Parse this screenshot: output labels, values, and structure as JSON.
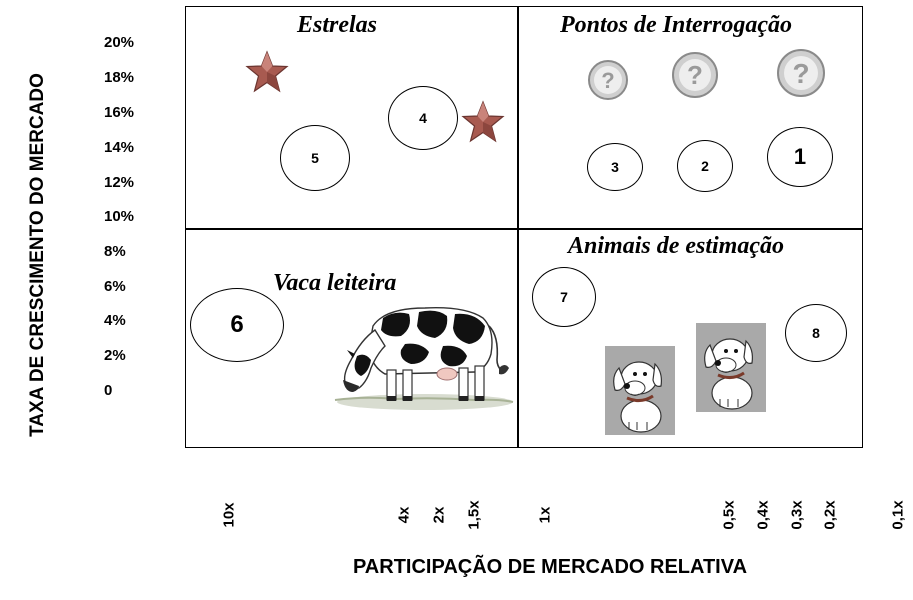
{
  "axes": {
    "y_title": "TAXA DE CRESCIMENTO DO MERCADO",
    "x_title": "PARTICIPAÇÃO DE MERCADO RELATIVA",
    "y_ticks": [
      "20%",
      "18%",
      "16%",
      "14%",
      "12%",
      "10%",
      "8%",
      "6%",
      "4%",
      "2%",
      "0"
    ],
    "x_ticks": [
      "10x",
      "4x",
      "2x",
      "1,5x",
      "1x",
      "0,5x",
      "0,4x",
      "0,3x",
      "0,2x",
      "0,1x"
    ]
  },
  "quadrants": {
    "stars": "Estrelas",
    "question_marks": "Pontos de Interrogação",
    "cash_cow": "Vaca leiteira",
    "pets": "Animais de estimação"
  },
  "bubbles": [
    "1",
    "2",
    "3",
    "4",
    "5",
    "6",
    "7",
    "8"
  ],
  "icons": {
    "star": "star-icon",
    "question": "question-mark-icon",
    "cow": "cow-icon",
    "dog": "dog-icon"
  },
  "colors": {
    "star": "#a85a50",
    "question": "#9a9a9a",
    "dog_bg": "#a9a9a9"
  }
}
